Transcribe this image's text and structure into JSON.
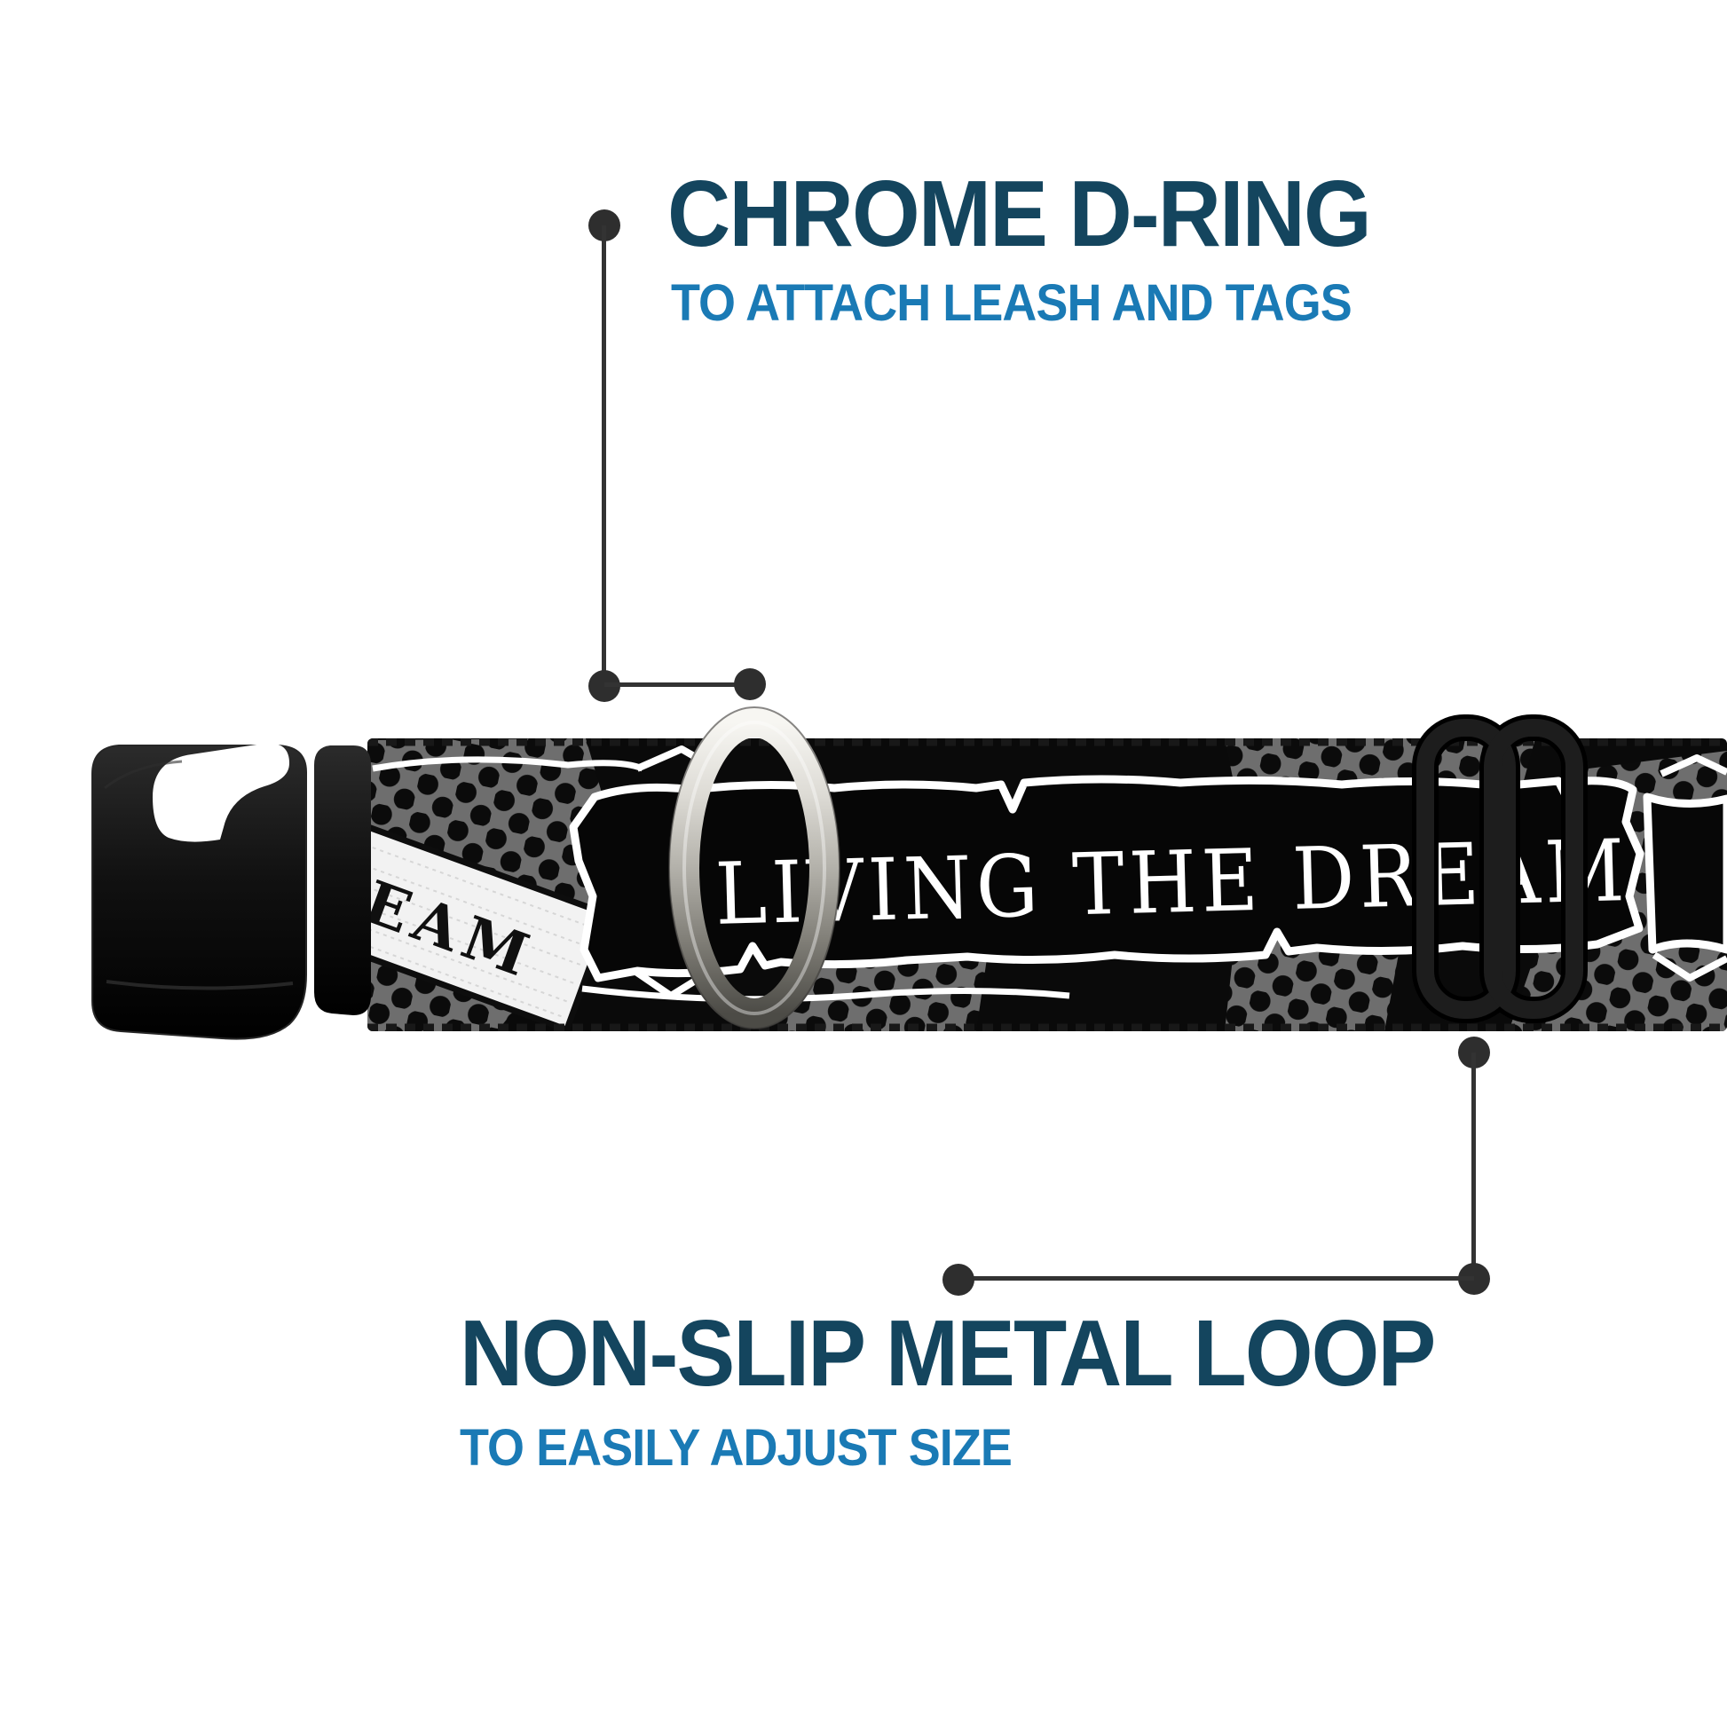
{
  "callout_top": {
    "title": "CHROME D-RING",
    "subtitle": "TO ATTACH LEASH AND TAGS"
  },
  "callout_bottom": {
    "title": "NON-SLIP METAL LOOP",
    "subtitle": "TO EASILY ADJUST SIZE"
  },
  "collar": {
    "banner_text": "LIVING THE DREAM",
    "banner_fragment_text": "EAM"
  },
  "colors": {
    "title": "#14455e",
    "sub": "#1a7ab5",
    "line": "#333333",
    "dot": "#2e2e2e",
    "banner_text": "#ffffff",
    "patch_gray": "#6e6e6e",
    "strap_black": "#0a0a0a"
  }
}
